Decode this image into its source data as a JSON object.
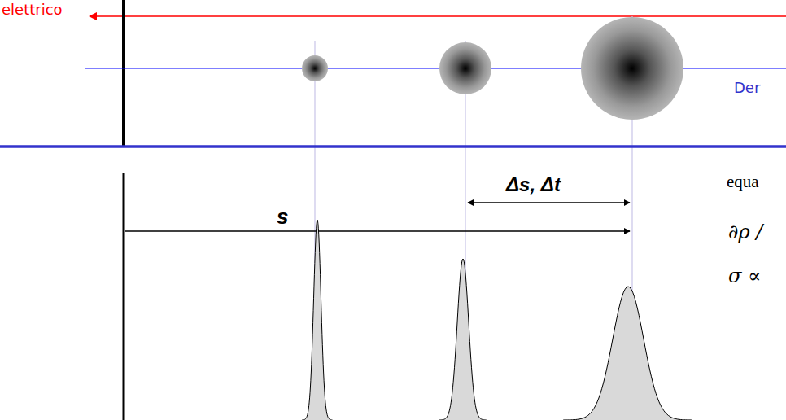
{
  "diagram": {
    "labels": [
      "elettrico",
      "Der",
      "Δs, Δt",
      "s",
      "equa",
      "∂ρ /",
      "σ ∝"
    ]
  }
}
